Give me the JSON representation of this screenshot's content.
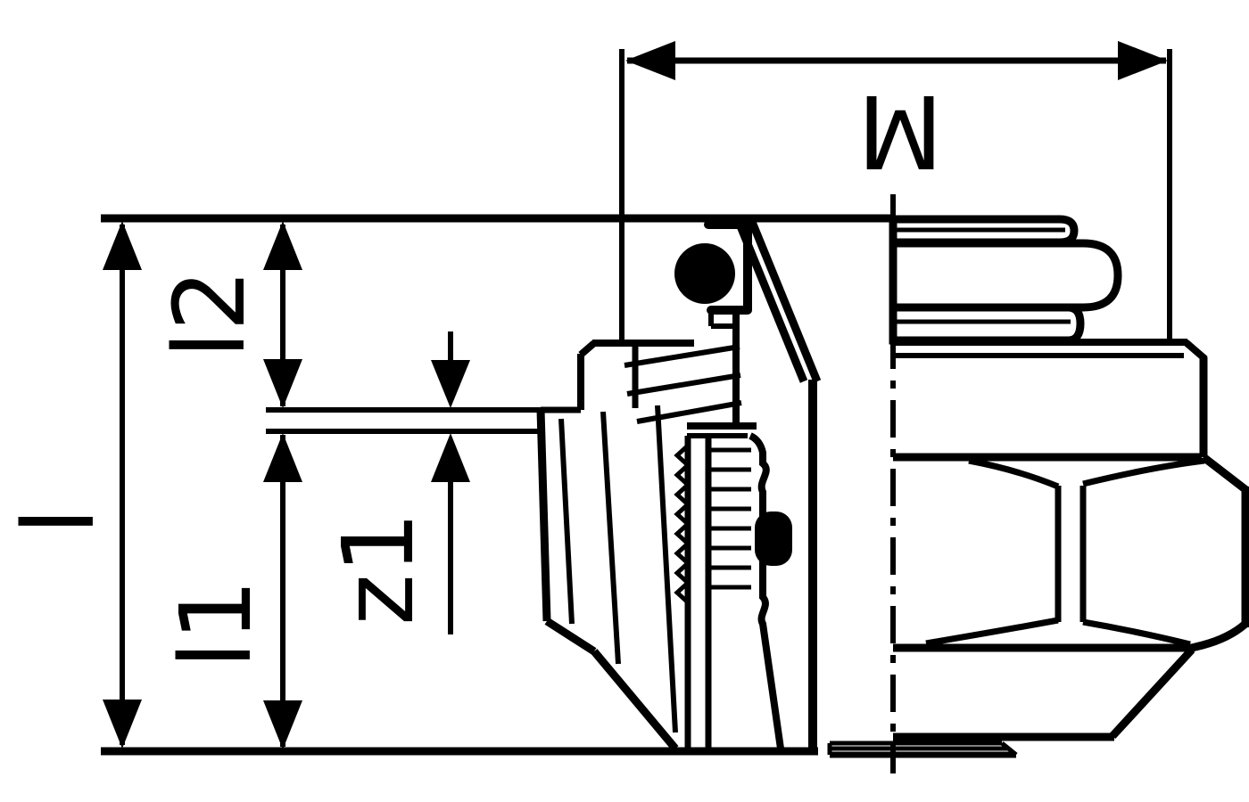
{
  "drawing": {
    "labels": {
      "thread_size": "M",
      "overall_length": "l",
      "lower_length": "l1",
      "upper_length": "l2",
      "gap": "z1"
    },
    "colors": {
      "ink": "#000000",
      "background": "#ffffff"
    }
  }
}
